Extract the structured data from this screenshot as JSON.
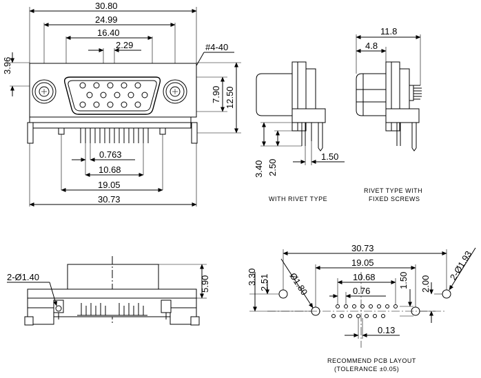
{
  "front_view": {
    "dims": {
      "overall_top": "30.80",
      "mount_spacing": "24.99",
      "shell_width": "16.40",
      "pin_pitch_top": "2.29",
      "flange_top": "3.96",
      "hole_thread": "#4-40",
      "shell_height": "7.90",
      "flange_height": "12.50",
      "pin_pitch": "0.763",
      "row_span": "10.68",
      "row_span_outer": "19.05",
      "overall_bottom": "30.73"
    }
  },
  "side_rivet": {
    "dims": {
      "height_340": "3.40",
      "height_250": "2.50",
      "offset_150": "1.50"
    },
    "caption": "WITH RIVET TYPE"
  },
  "side_screws": {
    "dims": {
      "total_118": "11.8",
      "flange_48": "4.8"
    },
    "caption_line1": "RIVET TYPE WITH",
    "caption_line2": "FIXED SCREWS"
  },
  "bottom_view": {
    "dims": {
      "hole_dia": "2-Ø1.40",
      "height_590": "5.90"
    }
  },
  "pcb_layout": {
    "dims": {
      "overall": "30.73",
      "span_1905": "19.05",
      "span_1068": "10.68",
      "pitch_076": "0.76",
      "offset_013": "0.13",
      "v_330": "3.30",
      "v_251": "2.51",
      "v_150": "1.50",
      "v_200": "2.00",
      "hole_180": "Ø1.80",
      "hole_193": "2-Ø1.93"
    },
    "caption_line1": "RECOMMEND PCB LAYOUT",
    "caption_line2": "(TOLERANCE ±0.05)"
  }
}
